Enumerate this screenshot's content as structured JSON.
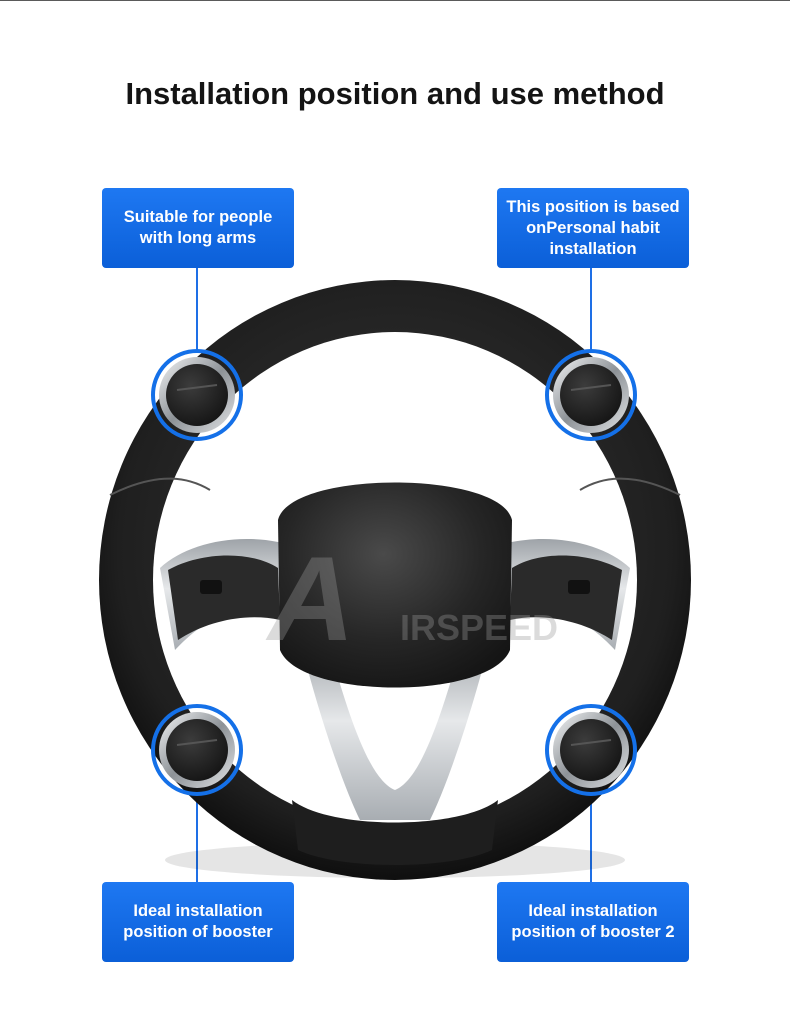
{
  "title": "Installation position and use method",
  "brand": {
    "watermark": "IRSPEED",
    "watermark_initial": "A"
  },
  "callouts": {
    "top_left": "Suitable for people with long arms",
    "top_right": "This position is based onPersonal habit installation",
    "bottom_left": "Ideal installation position of booster",
    "bottom_right": "Ideal installation position of booster 2"
  },
  "colors": {
    "accent_blue": "#1470e8",
    "wheel_black": "#1c1c1c",
    "chrome": "#c8cccf"
  },
  "icons": [
    "steering-wheel-icon",
    "spinner-knob-icon"
  ]
}
